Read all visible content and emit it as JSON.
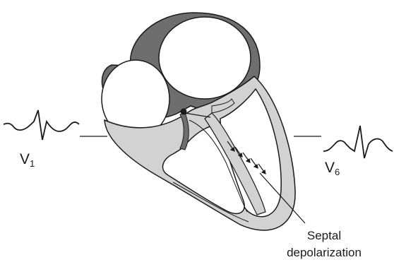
{
  "figure": {
    "leads": [
      {
        "name": "V",
        "subscript": "1"
      },
      {
        "name": "V",
        "subscript": "6"
      }
    ],
    "callout": {
      "line1": "Septal",
      "line2": "depolarization"
    },
    "colors": {
      "myocardium": "#d2d2d2",
      "atria": "#6e6e6e",
      "outline": "#1a1a1a",
      "background": "#ffffff"
    }
  }
}
